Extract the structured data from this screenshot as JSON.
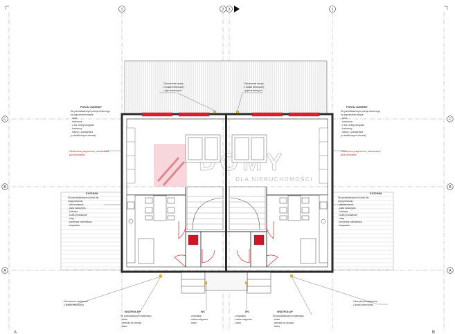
{
  "drawing": {
    "grid_columns": [
      "1",
      "2",
      "3",
      "1"
    ],
    "grid_rows": [
      "C",
      "B",
      "A"
    ],
    "corner_marks": [
      "A",
      "B"
    ],
    "watermark": {
      "main": "DOMY",
      "sub": "DLA NIERUCHOMOŚCI"
    }
  },
  "rooms": {
    "pokoj_dzienny_left": {
      "title": "POKÓJ DZIENNY",
      "lines": [
        "Wi przedstawionym pokoju dziennego",
        "na poprzednim etapie",
        "- taras",
        "- kuchenne",
        "- 2 szt. belegi drogowe",
        "- kuchenny",
        "- ściany z parapetami",
        "(z dodatkowymi oknami)"
      ]
    },
    "pokoj_dzienny_right": {
      "title": "POKÓJ DZIENNY",
      "lines": [
        "Wi przedstawionym pokoju dziennego",
        "na poprzednim etapie",
        "- taras",
        "- kuchenne",
        "- 2 szt. belegi drogowe",
        "- kuchenny",
        "- ściany z parapetami",
        "(z dodatkowymi oknami)"
      ]
    },
    "kuchnia_left": {
      "title": "KUCHNIA",
      "lines": [
        "Wi przedstawionym kuchni dla",
        "przygotowania",
        "- zlewozmywak",
        "- płyta indukcyjna",
        "- lodówka",
        "- szafki podblatowe",
        "- okap",
        "- kuchenka mikrofalowa",
        "- zmywarka"
      ]
    },
    "kuchnia_right": {
      "title": "KUCHNIA",
      "lines": [
        "Wi przedstawionym kuchni dla",
        "przygotowania",
        "- zlewozmywak",
        "- płyta indukcyjna",
        "- lodówka",
        "- szafki podblatowe",
        "- okap",
        "- kuchenka mikrofalowa",
        "- zmywarka"
      ]
    },
    "wiatrolap_left": {
      "title": "WIATROŁAP",
      "lines": [
        "Wi przedstawionym wiatrołapu",
        "- szafa",
        "- wieszak na ubrania",
        "- lustro"
      ]
    },
    "wiatrolap_right": {
      "title": "WIATROŁAP",
      "lines": [
        "Wi przedstawionym wiatrołapu",
        "- szafa",
        "- wieszak na ubrania",
        "- lustro"
      ]
    },
    "wc_left": {
      "title": "WC",
      "lines": [
        "- umywalka",
        "- miska ustępowa",
        "- lustro"
      ]
    },
    "wc_right": {
      "title": "WC",
      "lines": [
        "- umywalka",
        "- miska ustępowa",
        "- lustro"
      ]
    },
    "terrace_left": {
      "lines": [
        "Obrzeżenie tarasu",
        "z kostki betonowej",
        "i płyt tarasowych"
      ]
    },
    "terrace_right": {
      "lines": [
        "Obrzeżenie tarasu",
        "z kostki betonowej",
        "i płyt tarasowych"
      ]
    },
    "entrance_left": {
      "lines": [
        "Obrzeżenie wejściowe",
        "z kostki betonowej"
      ]
    },
    "entrance_right": {
      "lines": [
        "Obrzeżenie wejściowe",
        "z kostki betonowej"
      ]
    }
  },
  "notes": {
    "red_left": [
      "Ościeżnice przyciemne, obudowane",
      "pod schodami"
    ],
    "red_right": [
      "Ościeżnice przyciemne, obudowane",
      "pod schodami"
    ]
  },
  "colors": {
    "wall": "#2a2a2a",
    "red_accent": "#e0202a",
    "grid": "#888888",
    "watermark": "#c0283a"
  }
}
